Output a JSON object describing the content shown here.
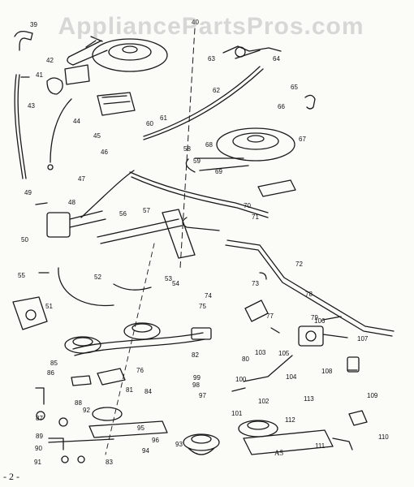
{
  "watermark": "AppliancePartsPros.com",
  "page_number": "- 2 -",
  "plate_code": "A5",
  "parts": [
    "39",
    "40",
    "41",
    "42",
    "43",
    "44",
    "45",
    "46",
    "47",
    "48",
    "49",
    "50",
    "51",
    "52",
    "53",
    "54",
    "55",
    "56",
    "57",
    "58",
    "59",
    "60",
    "61",
    "62",
    "63",
    "64",
    "65",
    "66",
    "67",
    "68",
    "69",
    "70",
    "71",
    "72",
    "73",
    "74",
    "75",
    "76",
    "77",
    "78",
    "79",
    "80",
    "81",
    "82",
    "83",
    "84",
    "85",
    "86",
    "87",
    "88",
    "89",
    "90",
    "91",
    "92",
    "93",
    "94",
    "95",
    "96",
    "97",
    "98",
    "99",
    "100",
    "101",
    "102",
    "103",
    "104",
    "105",
    "106",
    "107",
    "108",
    "109",
    "110",
    "111",
    "112",
    "113"
  ],
  "callout_labels": {
    "39": "39",
    "40": "40",
    "41": "41",
    "42": "42",
    "43": "43",
    "44": "44",
    "45": "45",
    "46": "46",
    "47": "47",
    "48": "48",
    "49": "49",
    "50": "50",
    "51": "51",
    "52": "52",
    "53": "53",
    "54": "54",
    "55": "55",
    "56": "56",
    "57": "57",
    "58": "58",
    "59": "59",
    "60": "60",
    "61": "61",
    "62": "62",
    "63": "63",
    "64": "64",
    "65": "65",
    "66": "66",
    "67": "67",
    "68": "68",
    "69": "69",
    "70": "70",
    "71": "71",
    "72": "72",
    "73": "73",
    "74": "74",
    "75": "75",
    "76": "76",
    "77": "77",
    "78": "78",
    "79": "79",
    "80": "80",
    "81": "81",
    "82": "82",
    "83": "83",
    "84": "84",
    "85": "85",
    "86": "86",
    "87": "87",
    "88": "88",
    "89": "89",
    "90": "90",
    "91": "91",
    "92": "92",
    "93": "93",
    "94": "94",
    "95": "95",
    "96": "96",
    "97": "97",
    "98": "98",
    "99": "99",
    "100": "100",
    "101": "101",
    "102": "102",
    "103": "103",
    "104": "104",
    "105": "105",
    "106": "106",
    "107": "107",
    "108": "108",
    "109": "109",
    "110": "110",
    "111": "111",
    "112": "112",
    "113": "113"
  }
}
